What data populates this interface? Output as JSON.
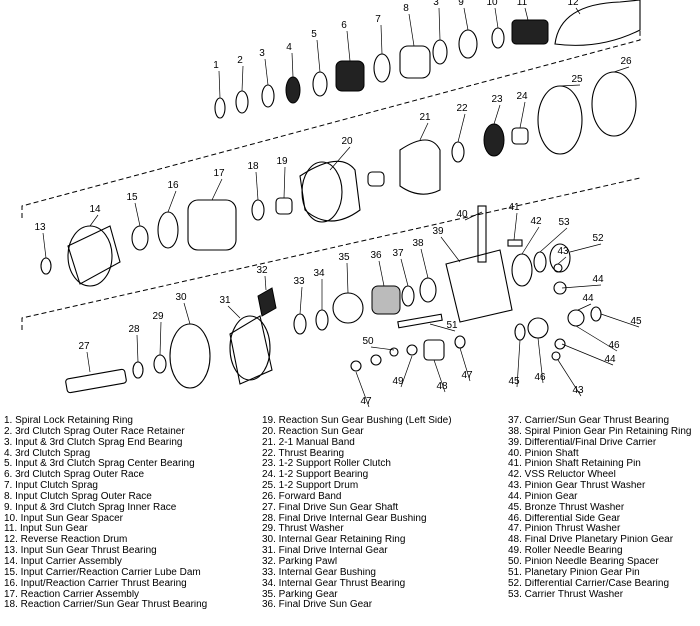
{
  "callouts": [
    "1",
    "2",
    "3",
    "4",
    "5",
    "6",
    "7",
    "8",
    "3",
    "9",
    "10",
    "11",
    "12",
    "13",
    "14",
    "15",
    "16",
    "17",
    "18",
    "19",
    "20",
    "21",
    "22",
    "23",
    "24",
    "25",
    "26",
    "27",
    "28",
    "29",
    "30",
    "31",
    "32",
    "33",
    "34",
    "35",
    "36",
    "37",
    "38",
    "39",
    "40",
    "41",
    "42",
    "53",
    "52",
    "43",
    "44",
    "44",
    "45",
    "46",
    "44",
    "43",
    "45",
    "46",
    "51",
    "50",
    "49",
    "48",
    "47",
    "47"
  ],
  "legend": [
    [
      "1. Spiral Lock Retaining Ring",
      "2. 3rd Clutch Sprag Outer Race Retainer",
      "3. Input & 3rd Clutch Sprag End Bearing",
      "4. 3rd Clutch Sprag",
      "5. Input & 3rd Clutch Sprag Center Bearing",
      "6. 3rd Clutch Sprag Outer Race",
      "7. Input Clutch Sprag",
      "8. Input Clutch Sprag Outer Race",
      "9. Input & 3rd Clutch Sprag Inner Race",
      "10. Input Sun Gear Spacer",
      "11. Input Sun Gear",
      "12. Reverse Reaction Drum",
      "13. Input Sun Gear Thrust Bearing",
      "14. Input Carrier Assembly",
      "15. Input Carrier/Reaction Carrier Lube Dam",
      "16. Input/Reaction Carrier Thrust Bearing",
      "17. Reaction Carrier Assembly",
      "18. Reaction Carrier/Sun Gear Thrust Bearing"
    ],
    [
      "19. Reaction Sun Gear Bushing (Left Side)",
      "20. Reaction Sun Gear",
      "21. 2-1 Manual Band",
      "22. Thrust Bearing",
      "23. 1-2 Support Roller Clutch",
      "24. 1-2 Support Bearing",
      "25. 1-2 Support Drum",
      "26. Forward Band",
      "27. Final Drive Sun Gear Shaft",
      "28. Final Drive Internal Gear Bushing",
      "29. Thrust Washer",
      "30. Internal Gear Retaining Ring",
      "31. Final Drive Internal Gear",
      "32. Parking Pawl",
      "33. Internal Gear Bushing",
      "34. Internal Gear Thrust Bearing",
      "35. Parking Gear",
      "36. Final Drive Sun Gear"
    ],
    [
      "37. Carrier/Sun Gear Thrust Bearing",
      "38. Spiral Pinion Gear Pin Retaining Ring",
      "39. Differential/Final Drive Carrier",
      "40. Pinion Shaft",
      "41. Pinion Shaft Retaining Pin",
      "42. VSS Reluctor Wheel",
      "43. Pinion Gear Thrust Washer",
      "44. Pinion Gear",
      "45. Bronze Thrust Washer",
      "46. Differential Side Gear",
      "47. Pinion Thrust Washer",
      "48. Final Drive Planetary Pinion Gear",
      "49. Roller Needle Bearing",
      "50. Pinion Needle Bearing Spacer",
      "51. Planetary Pinion Gear Pin",
      "52. Differential Carrier/Case Bearing",
      "53. Carrier Thrust Washer"
    ]
  ]
}
